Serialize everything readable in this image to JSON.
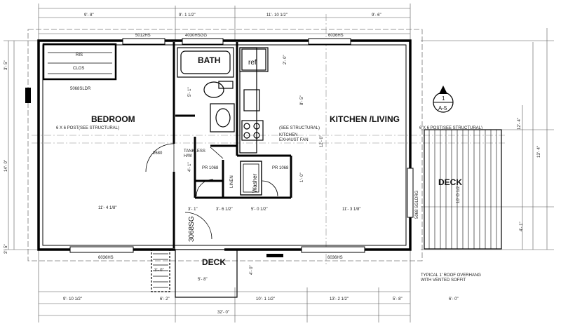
{
  "rooms": {
    "bedroom": "BEDROOM",
    "bath": "BATH",
    "kitchen_living": "KITCHEN /LIVING",
    "deck_right": "DECK",
    "deck_front": "DECK"
  },
  "fixtures": {
    "ref": "ref",
    "washer": "Washer",
    "ris": "RIS",
    "clos": "CLOS",
    "linen": "LINEN",
    "tankless": "TANKLESS",
    "hw": "H/W",
    "pr_left": "PR 1068",
    "pr_right": "PR 1068",
    "door_2680": "2680",
    "kitchen_exhaust_1": "KITCHEN",
    "kitchen_exhaust_2": "EXHAUST FAN",
    "see_structural": "(SEE STRUCTURAL)"
  },
  "openings": {
    "win_top_left": "5012HS",
    "win_top_bath": "4030HSGG",
    "win_top_right": "6036HS",
    "sldr_bedroom": "5068SLDR",
    "front_door": "3068SG",
    "win_bottom_left": "6036HS",
    "win_bottom_right": "6036HS",
    "sldr_right": "5068 SGLDRG"
  },
  "notes": {
    "post_left": "6 X 6 POST(SEE STRUCTURAL)",
    "post_right": "6 X 6 POST(SEE STRUCTURAL)",
    "overhang_1": "TYPICAL 1' ROOF OVERHANG",
    "overhang_2": "WITH VENTED SOFFIT",
    "section_num": "1",
    "section_sheet": "A-5",
    "deck_joists": "10' O 1/2"
  },
  "dimensions": {
    "top_1": "9'- 8\"",
    "top_2": "9'- 1 1/2\"",
    "top_3": "11'- 10 1/2\"",
    "top_4": "9'- 6\"",
    "left_1": "3'- 5\"",
    "left_2": "14'- 0\"",
    "left_3": "3'- 5\"",
    "bedroom_width": "11'- 4 1/8\"",
    "bath_w": "5'- 1\"",
    "hall_1": "3'- 1\"",
    "hall_2": "3'- 6 1/2\"",
    "hall_3": "5'- 0 1/2\"",
    "kitchen_width": "11'- 3 1/8\"",
    "dim_4": "4'- 1\"",
    "dim_kitchen_v": "12'- 0\"",
    "dim_8": "8'- 5\"",
    "dim_2": "2'- 0\"",
    "dim_1": "1'- 0\"",
    "deck_v": "4'- 0\"",
    "deck_w": "5'- 8\"",
    "porch_1": "3'- 0\"",
    "porch_2": "10'- 1 1/2\"",
    "bottom_1": "9'- 10 1/2\"",
    "bottom_2": "6'- 2\"",
    "bottom_3": "13'- 2 1/2\"",
    "bottom_4": "5'- 8\"",
    "bottom_5": "6'- 0\"",
    "overall": "32'- 0\"",
    "right_1": "13'- 4\"",
    "right_2": "4'- 1\"",
    "right_3": "12'- 4\""
  }
}
